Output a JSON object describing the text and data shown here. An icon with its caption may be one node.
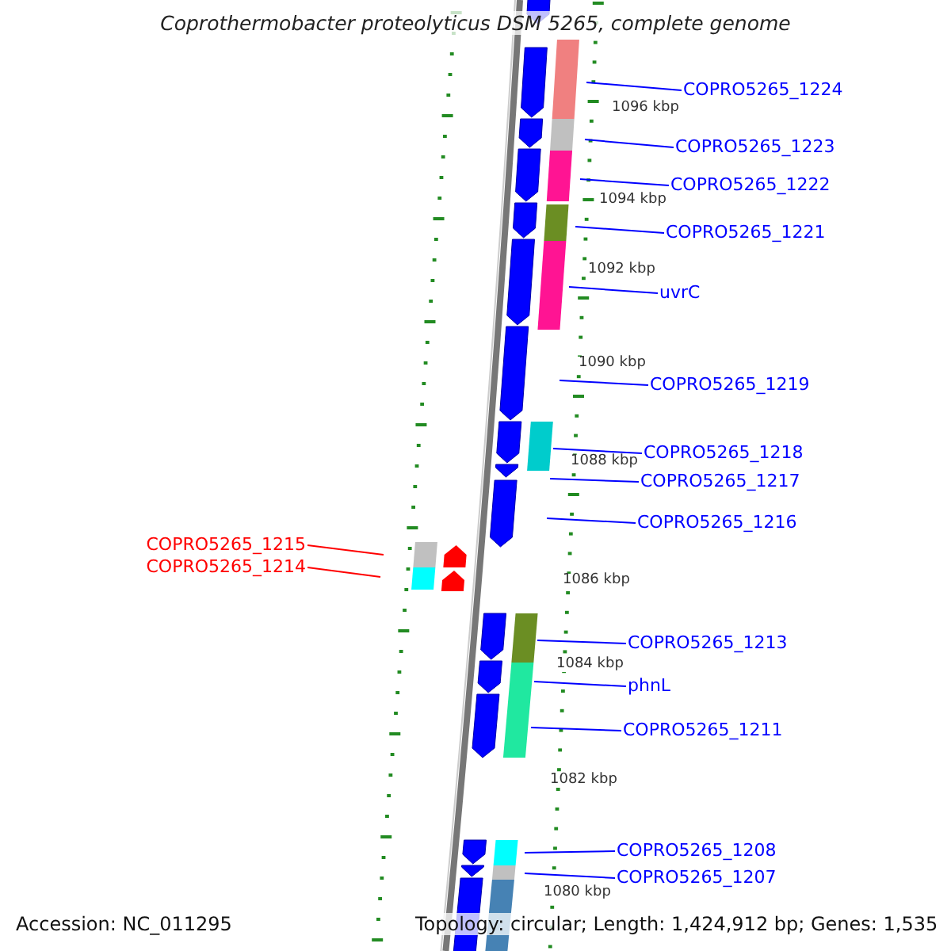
{
  "diagram": {
    "title": "Coprothermobacter proteolyticus DSM 5265, complete genome",
    "nodes": [
      {
        "text": [
          "COPRO5265_1224"
        ]
      },
      {
        "text": [
          "COPRO5265_1223"
        ]
      },
      {
        "text": [
          "COPRO5265_1222"
        ]
      },
      {
        "text": [
          "COPRO5265_1221"
        ]
      },
      {
        "text": [
          "uvrC"
        ]
      },
      {
        "text": [
          "COPRO5265_1219"
        ]
      },
      {
        "text": [
          "COPRO5265_1218"
        ]
      },
      {
        "text": [
          "COPRO5265_1217"
        ]
      },
      {
        "text": [
          "COPRO5265_1216"
        ]
      },
      {
        "text": [
          "COPRO5265_1215"
        ]
      },
      {
        "text": [
          "COPRO5265_1214"
        ]
      },
      {
        "text": [
          "COPRO5265_1213"
        ]
      },
      {
        "text": [
          "phnL"
        ]
      },
      {
        "text": [
          "COPRO5265_1211"
        ]
      },
      {
        "text": [
          "COPRO5265_1208"
        ]
      },
      {
        "text": [
          "COPRO5265_1207"
        ]
      }
    ],
    "edges": [
      {
        "from": 0,
        "to": null,
        "arrow": "none"
      },
      {
        "from": 1,
        "to": null,
        "arrow": "none"
      },
      {
        "from": 2,
        "to": null,
        "arrow": "none"
      },
      {
        "from": 3,
        "to": null,
        "arrow": "none"
      },
      {
        "from": 4,
        "to": null,
        "arrow": "none"
      },
      {
        "from": 5,
        "to": null,
        "arrow": "none"
      },
      {
        "from": 6,
        "to": null,
        "arrow": "none"
      },
      {
        "from": 7,
        "to": null,
        "arrow": "none"
      },
      {
        "from": 8,
        "to": null,
        "arrow": "none"
      },
      {
        "from": 9,
        "to": null,
        "arrow": "none",
        "color": "#ff0000"
      },
      {
        "from": 10,
        "to": null,
        "arrow": "none",
        "color": "#ff0000"
      },
      {
        "from": 11,
        "to": null,
        "arrow": "none"
      },
      {
        "from": 12,
        "to": null,
        "arrow": "none"
      },
      {
        "from": 13,
        "to": null,
        "arrow": "none"
      },
      {
        "from": 14,
        "to": null,
        "arrow": "none"
      },
      {
        "from": 15,
        "to": null,
        "arrow": "none"
      }
    ],
    "labels": [
      "1096 kbp",
      "1094 kbp",
      "1092 kbp",
      "1090 kbp",
      "1088 kbp",
      "1086 kbp",
      "1084 kbp",
      "1082 kbp",
      "1080 kbp",
      "Accession: NC_011295",
      "Topology: circular; Length: 1,424,912 bp; Genes: 1,535"
    ]
  }
}
